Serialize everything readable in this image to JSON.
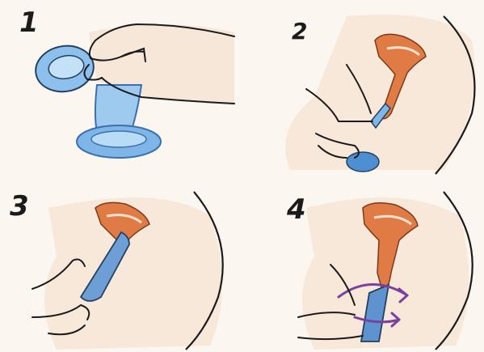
{
  "steps": [
    {
      "number": "1"
    },
    {
      "number": "2"
    },
    {
      "number": "3"
    },
    {
      "number": "4"
    }
  ],
  "colors": {
    "background": "#fbf6ef",
    "skin_shade": "#f2d9c3",
    "ink": "#1b1b1b",
    "cup_blue": "#7fb6e8",
    "cup_blue_dark": "#3d6fb0",
    "uterus_orange": "#e07b45",
    "arrow_purple": "#7b3fa0"
  },
  "icons": [
    "menstrual-cup-icon",
    "hand-icon",
    "uterus-icon",
    "rotation-arrow-icon"
  ]
}
